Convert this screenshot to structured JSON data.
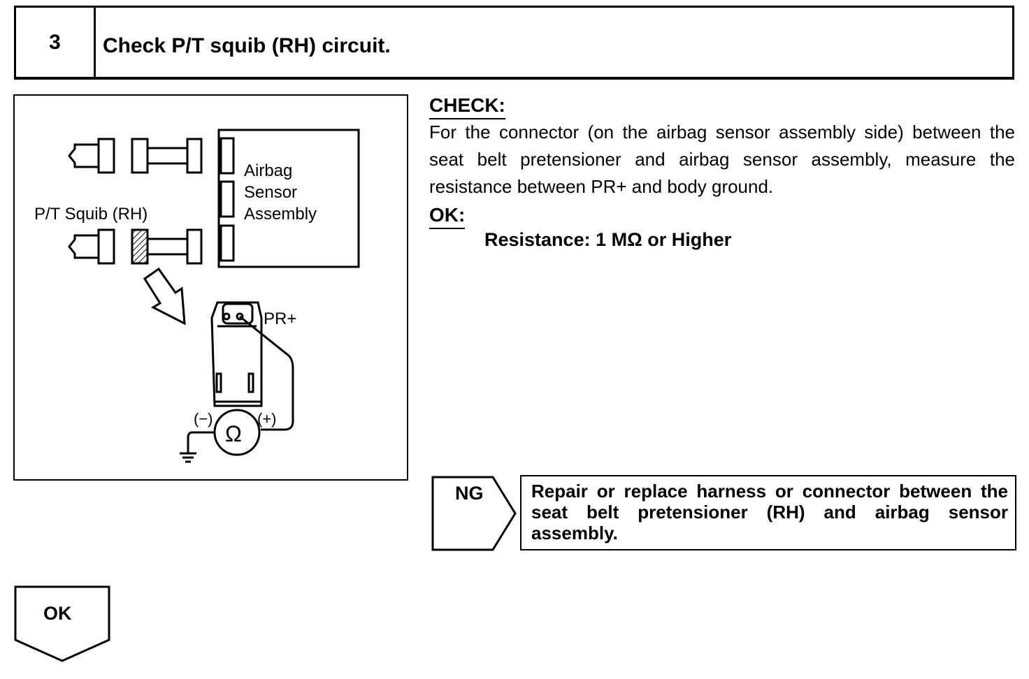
{
  "step": {
    "number": "3",
    "title": "Check P/T squib (RH) circuit."
  },
  "diagram": {
    "sensor_label_line1": "Airbag",
    "sensor_label_line2": "Sensor",
    "sensor_label_line3": "Assembly",
    "squib_label": "P/T Squib (RH)",
    "terminal_label": "PR+",
    "minus_label": "(−)",
    "plus_label": "(+)",
    "ohm_symbol": "Ω"
  },
  "check": {
    "heading": "CHECK:",
    "body": "For the connector (on the airbag sensor assembly side) between the seat belt pretensioner and airbag sensor assembly, measure the resistance between PR+ and body ground."
  },
  "ok": {
    "heading": "OK:",
    "criteria": "Resistance: 1 MΩ or Higher",
    "branch_label": "OK"
  },
  "ng": {
    "branch_label": "NG",
    "action": "Repair or replace harness or connector between the seat belt pretensioner (RH) and airbag sensor assembly."
  }
}
